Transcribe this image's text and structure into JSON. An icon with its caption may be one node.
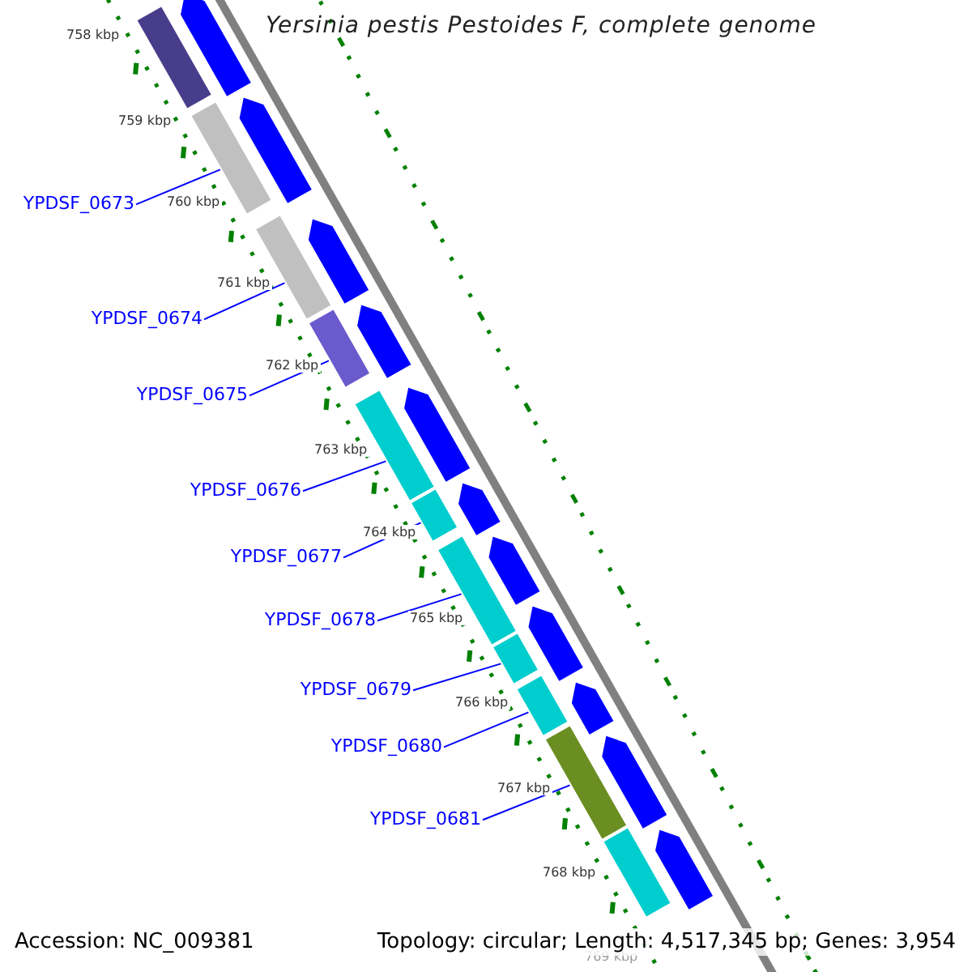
{
  "diagram": {
    "title": "Yersinia pestis Pestoides F, complete genome",
    "nodes": [
      {
        "text": [
          "YPDSF_0673"
        ]
      },
      {
        "text": [
          "YPDSF_0674"
        ]
      },
      {
        "text": [
          "YPDSF_0675"
        ]
      },
      {
        "text": [
          "YPDSF_0676"
        ]
      },
      {
        "text": [
          "YPDSF_0677"
        ]
      },
      {
        "text": [
          "YPDSF_0678"
        ]
      },
      {
        "text": [
          "YPDSF_0679"
        ]
      },
      {
        "text": [
          "YPDSF_0680"
        ]
      },
      {
        "text": [
          "YPDSF_0681"
        ]
      },
      {
        "text": [],
        "shape": "bar"
      },
      {
        "text": [],
        "shape": "bar"
      },
      {
        "text": [],
        "shape": "bar"
      },
      {
        "text": [],
        "shape": "bar"
      },
      {
        "text": [],
        "shape": "bar"
      },
      {
        "text": [],
        "shape": "bar"
      },
      {
        "text": [],
        "shape": "bar"
      },
      {
        "text": [],
        "shape": "bar"
      },
      {
        "text": [],
        "shape": "bar"
      },
      {
        "text": [],
        "shape": "bar"
      },
      {
        "text": [],
        "shape": "bar"
      },
      {
        "text": [],
        "shape": "arrow"
      },
      {
        "text": [],
        "shape": "arrow"
      },
      {
        "text": [],
        "shape": "arrow"
      },
      {
        "text": [],
        "shape": "arrow"
      },
      {
        "text": [],
        "shape": "arrow"
      },
      {
        "text": [],
        "shape": "arrow"
      },
      {
        "text": [],
        "shape": "arrow"
      },
      {
        "text": [],
        "shape": "arrow"
      },
      {
        "text": [],
        "shape": "arrow"
      },
      {
        "text": [],
        "shape": "arrow"
      },
      {
        "text": [],
        "shape": "arrow"
      }
    ],
    "edges": [
      {
        "from": 0,
        "to": 10,
        "arrow": "none"
      },
      {
        "from": 1,
        "to": 11,
        "arrow": "none"
      },
      {
        "from": 2,
        "to": 12,
        "arrow": "none"
      },
      {
        "from": 3,
        "to": 13,
        "arrow": "none"
      },
      {
        "from": 4,
        "to": 14,
        "arrow": "none"
      },
      {
        "from": 5,
        "to": 15,
        "arrow": "none"
      },
      {
        "from": 6,
        "to": 16,
        "arrow": "none"
      },
      {
        "from": 7,
        "to": 17,
        "arrow": "none"
      },
      {
        "from": 8,
        "to": 18,
        "arrow": "none"
      }
    ],
    "labels": [
      "758 kbp",
      "759 kbp",
      "760 kbp",
      "761 kbp",
      "762 kbp",
      "763 kbp",
      "764 kbp",
      "765 kbp",
      "766 kbp",
      "767 kbp",
      "768 kbp",
      "769 kbp",
      "Accession: NC_009381",
      "Topology: circular; Length: 4,517,345 bp; Genes: 3,954"
    ]
  }
}
